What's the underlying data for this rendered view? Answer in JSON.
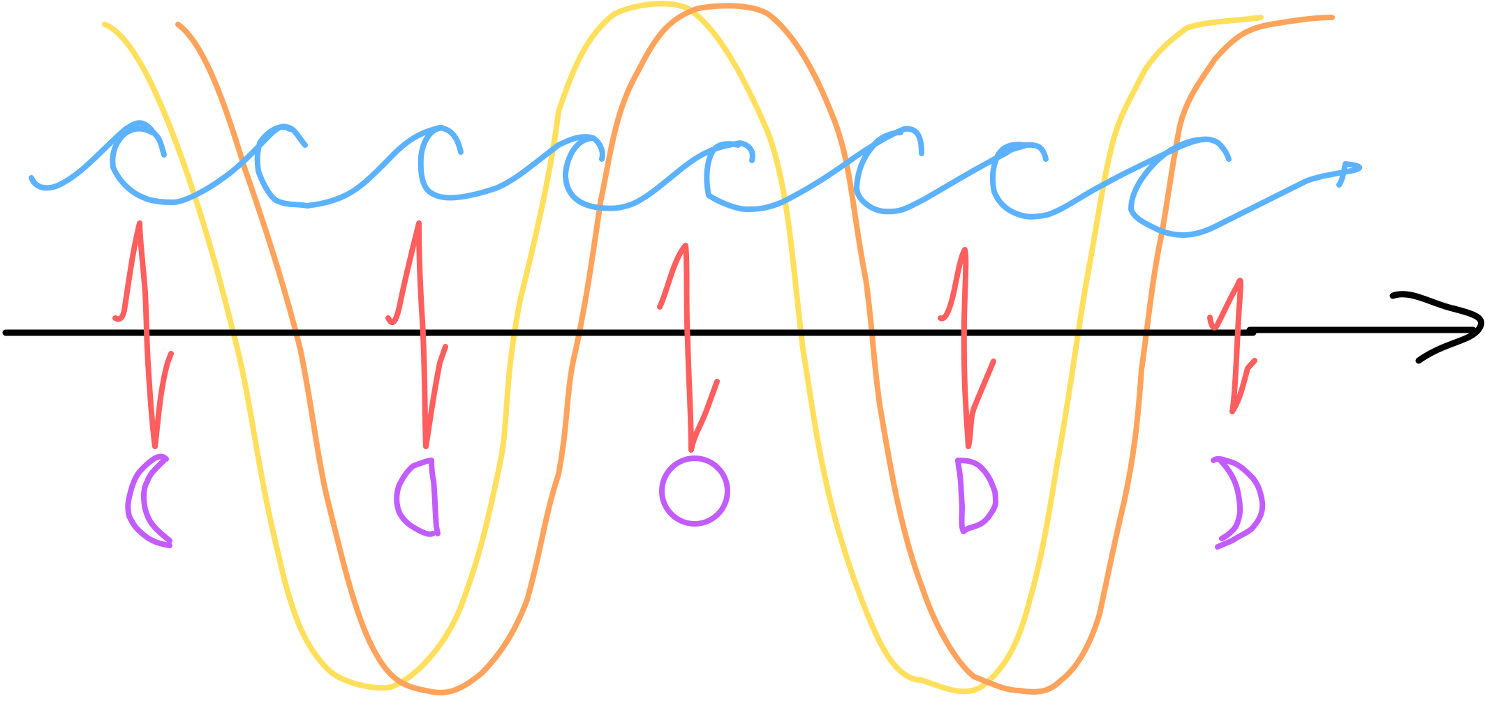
{
  "colors": {
    "background": "#ffffff",
    "axis": "#000000",
    "wave_yellow": "#ffdf5c",
    "wave_orange": "#ffa35c",
    "spiral_blue": "#5cb2ff",
    "spin_red": "#ff5e5e",
    "phase_purple": "#c35cff"
  },
  "diagram": {
    "axis": {
      "direction": "right",
      "arrowhead": "arrow"
    },
    "waves": [
      {
        "name": "wave-yellow",
        "color": "#ffdf5c"
      },
      {
        "name": "wave-orange",
        "color": "#ffa35c"
      }
    ],
    "spiral": {
      "loops": 7,
      "color": "#5cb2ff"
    },
    "spin_markers": {
      "count": 5,
      "color": "#ff5e5e"
    },
    "phase_symbols": [
      {
        "name": "phase-left-paren",
        "kind": "arc-left"
      },
      {
        "name": "phase-d-shape",
        "kind": "d-shape"
      },
      {
        "name": "phase-circle",
        "kind": "circle"
      },
      {
        "name": "phase-d-shape-2",
        "kind": "d-shape"
      },
      {
        "name": "phase-right-paren",
        "kind": "arc-right"
      }
    ]
  }
}
